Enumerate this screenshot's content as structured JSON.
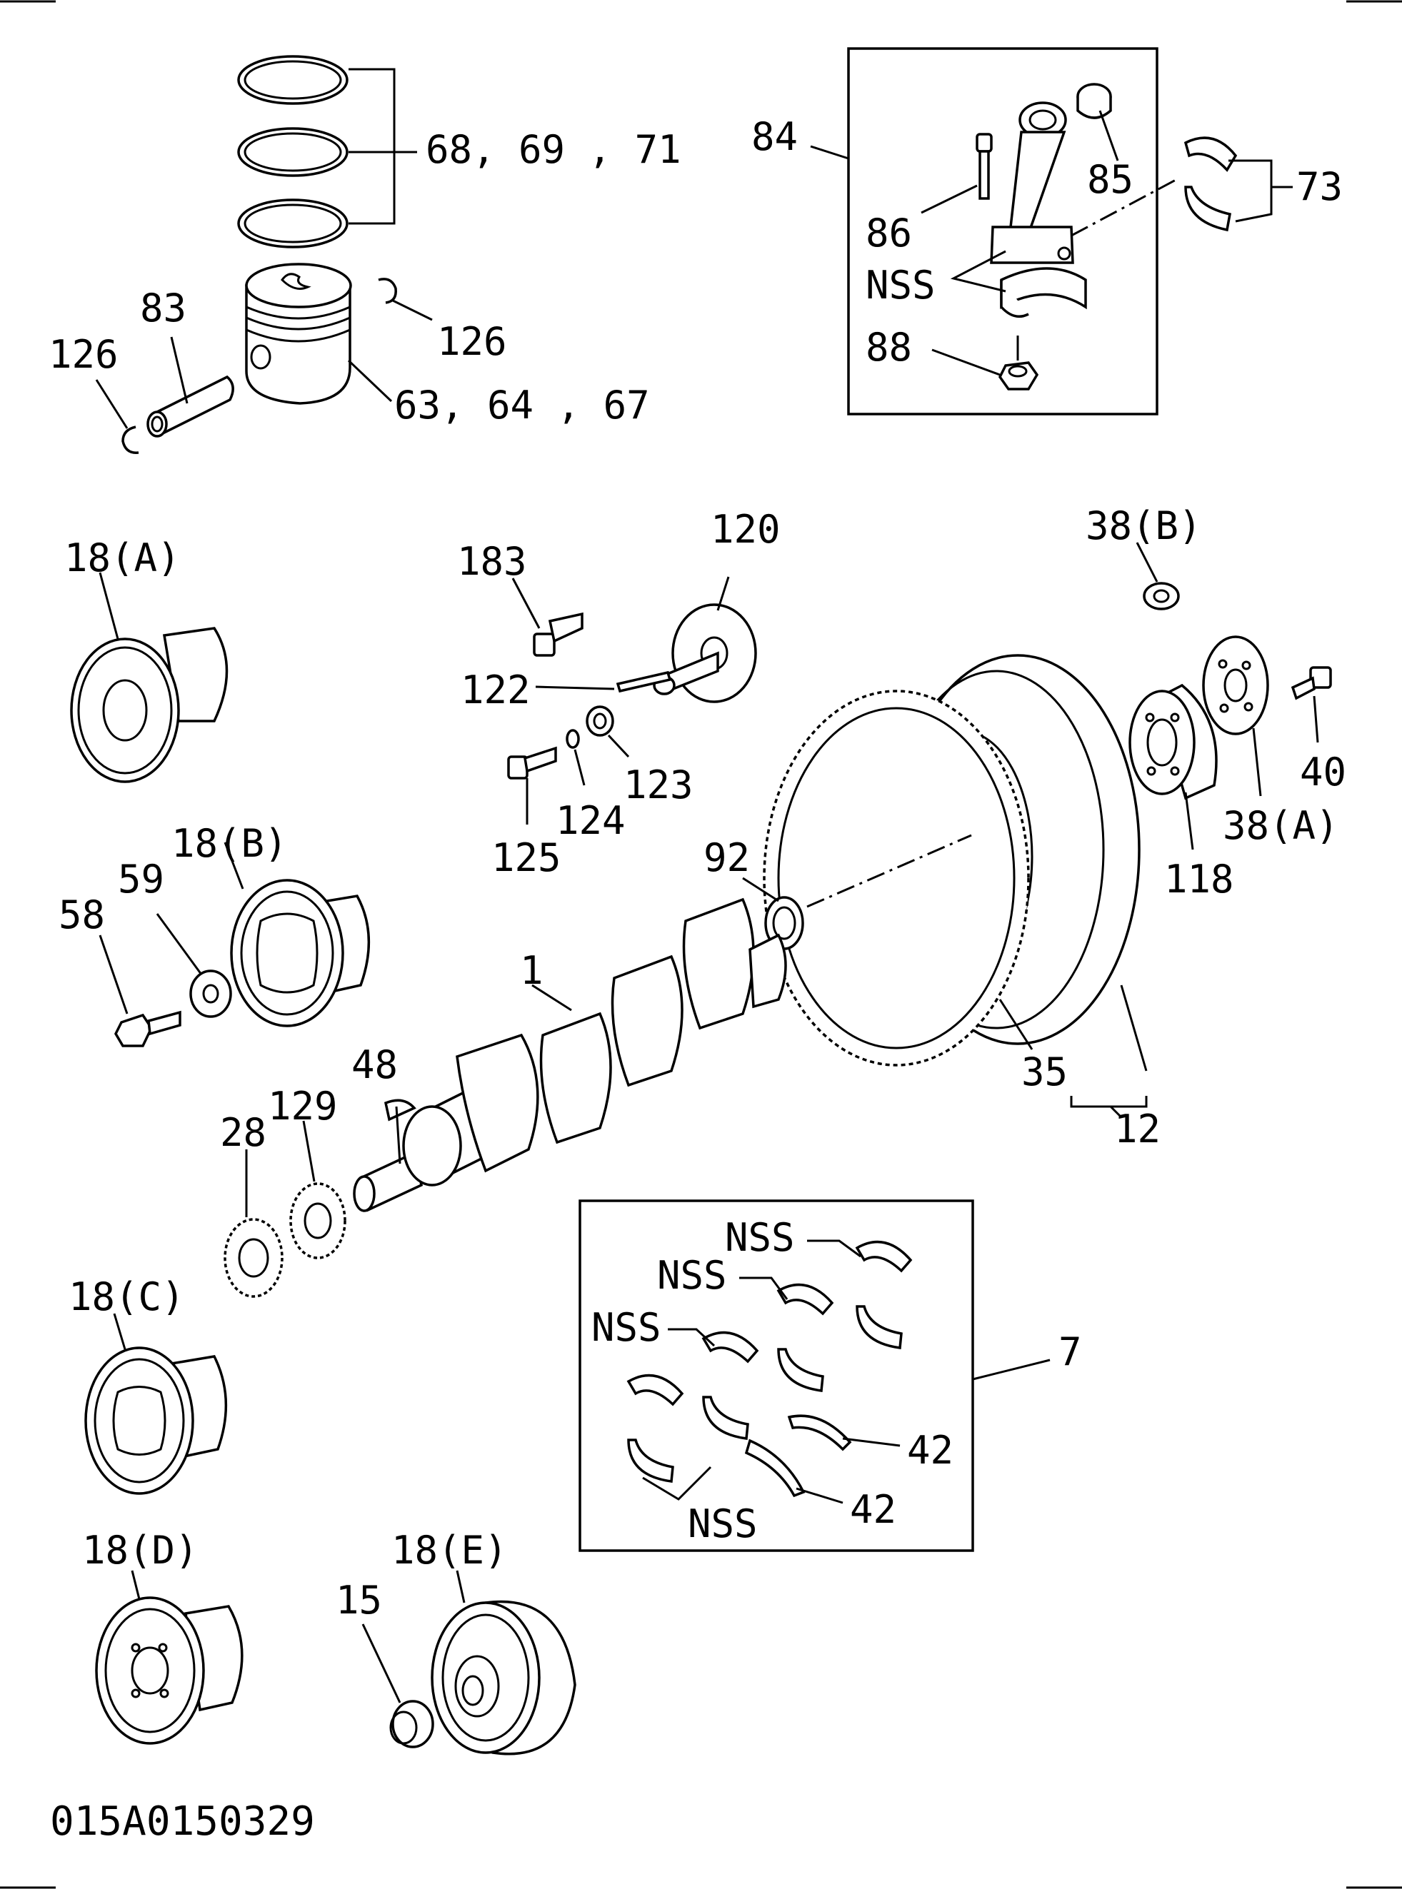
{
  "diagram": {
    "drawing_code": "015A0150329",
    "labels": {
      "rings": "68, 69 , 71",
      "rod_assy": "84",
      "bushing": "85",
      "rod_bearing": "73",
      "rod_bolt": "86",
      "nss_rod": "NSS",
      "rod_nut": "88",
      "pin": "83",
      "snap_ring_left": "126",
      "snap_ring_right": "126",
      "piston": "63, 64 , 67",
      "pulley_a": "18(A)",
      "bolt_183": "183",
      "flange_120": "120",
      "washer_38b": "38(B)",
      "pin_122": "122",
      "washer_123": "123",
      "ring_124": "124",
      "bolt_125": "125",
      "bolt_40": "40",
      "plate_38a": "38(A)",
      "spacer_118": "118",
      "seal_92": "92",
      "pulley_b": "18(B)",
      "washer_59": "59",
      "bolt_58": "58",
      "crankshaft": "1",
      "key_48": "48",
      "gear_129": "129",
      "gear_28": "28",
      "ring_gear": "35",
      "flywheel": "12",
      "pulley_c": "18(C)",
      "main_bearing_set": "7",
      "nss_1": "NSS",
      "nss_2": "NSS",
      "nss_3": "NSS",
      "nss_4": "NSS",
      "thrust_1": "42",
      "thrust_2": "42",
      "pulley_d": "18(D)",
      "pulley_e": "18(E)",
      "plug_15": "15"
    }
  }
}
